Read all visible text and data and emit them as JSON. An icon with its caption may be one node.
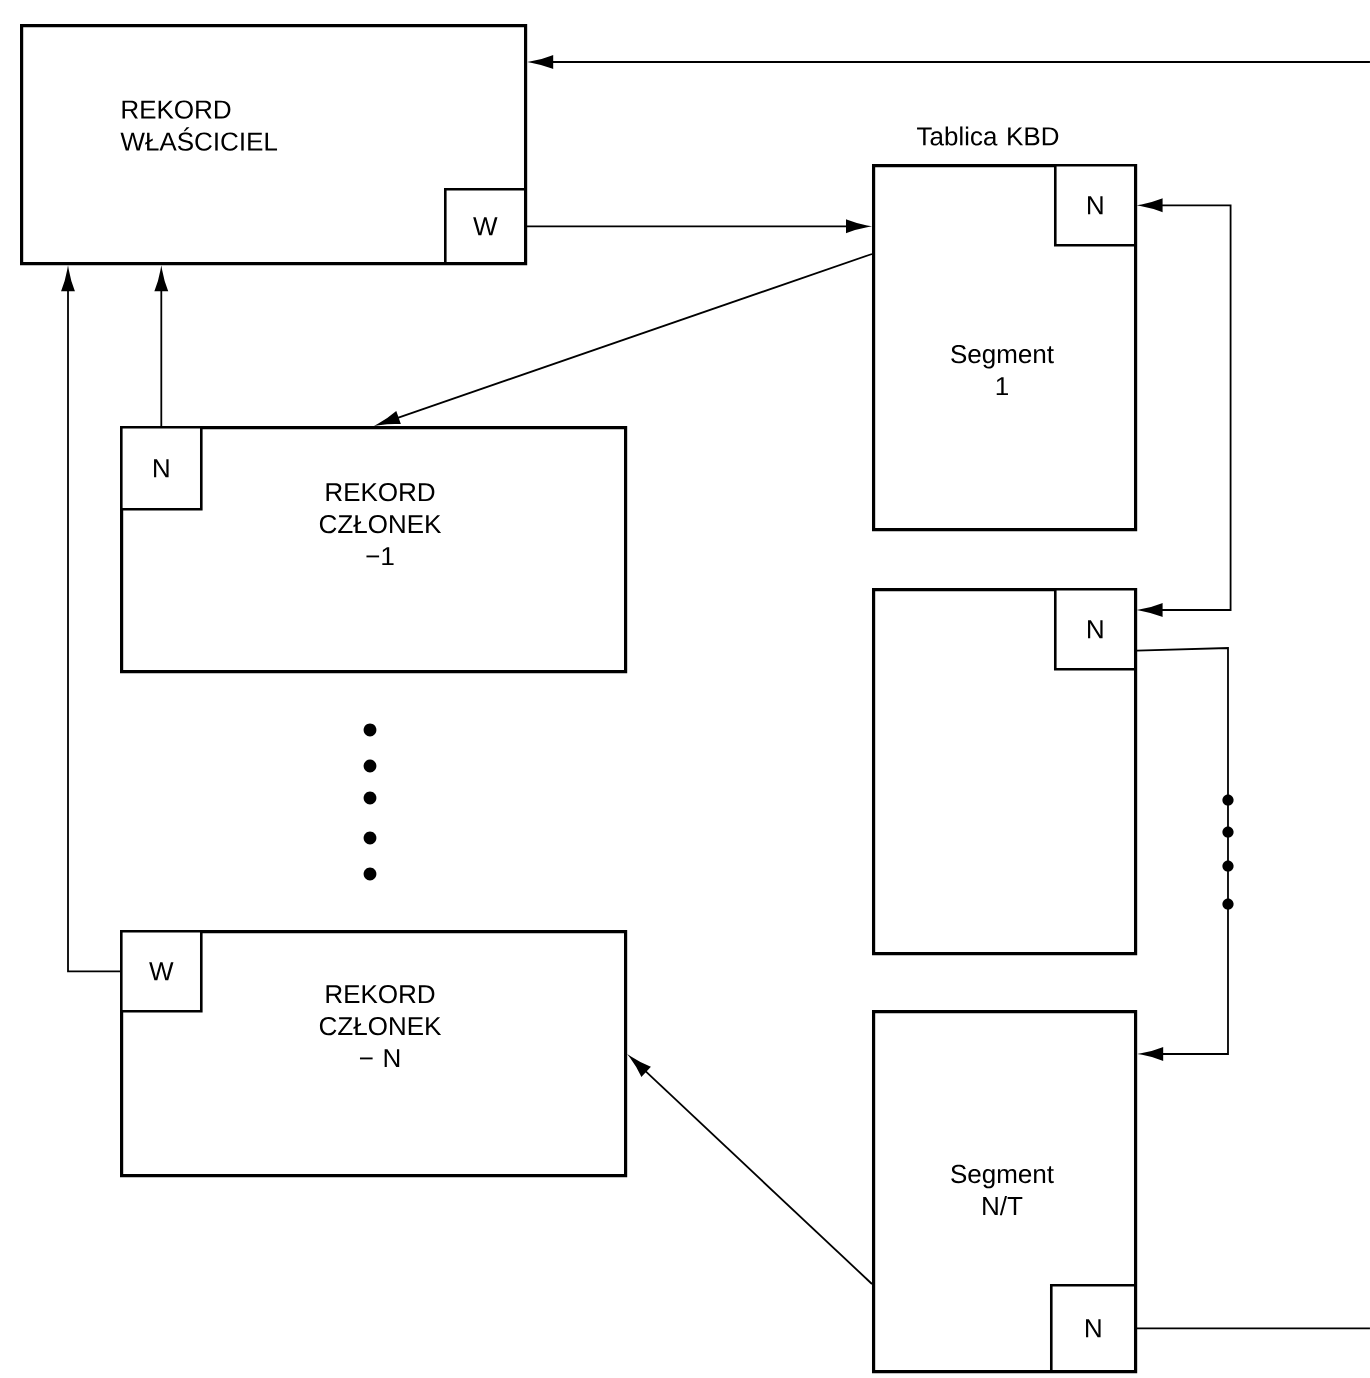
{
  "diagram": {
    "nodes": [
      {
        "text": [
          "REKORD WŁAŚCICIEL"
        ]
      },
      {
        "text": [
          "W"
        ],
        "in": 0
      },
      {
        "text": [
          "Tablica KBD",
          "Segment 1"
        ]
      },
      {
        "text": [
          "N"
        ],
        "in": 2
      },
      {
        "text": [
          "REKORD CZŁONEK −1"
        ]
      },
      {
        "text": [
          "N"
        ],
        "in": 4
      },
      {
        "text": [],
        "shape": "box"
      },
      {
        "text": [
          "N"
        ],
        "in": 6
      },
      {
        "text": [
          "REKORD CZŁONEK − N"
        ]
      },
      {
        "text": [
          "W"
        ],
        "in": 8
      },
      {
        "text": [
          "Segment N/T"
        ]
      },
      {
        "text": [
          "N"
        ],
        "in": 10
      }
    ],
    "edges": [
      {
        "from": null,
        "to": 0,
        "arrow": "to"
      },
      {
        "from": 1,
        "to": 2,
        "arrow": "to"
      },
      {
        "from": 2,
        "to": 4,
        "arrow": "to"
      },
      {
        "from": 5,
        "to": 0,
        "arrow": "to"
      },
      {
        "from": 9,
        "to": 0,
        "arrow": "to"
      },
      {
        "from": 3,
        "to": 7,
        "arrow": "both"
      },
      {
        "from": 7,
        "to": 10,
        "arrow": "to"
      },
      {
        "from": 10,
        "to": 8,
        "arrow": "to"
      },
      {
        "from": 11,
        "to": null,
        "arrow": "none"
      }
    ]
  }
}
